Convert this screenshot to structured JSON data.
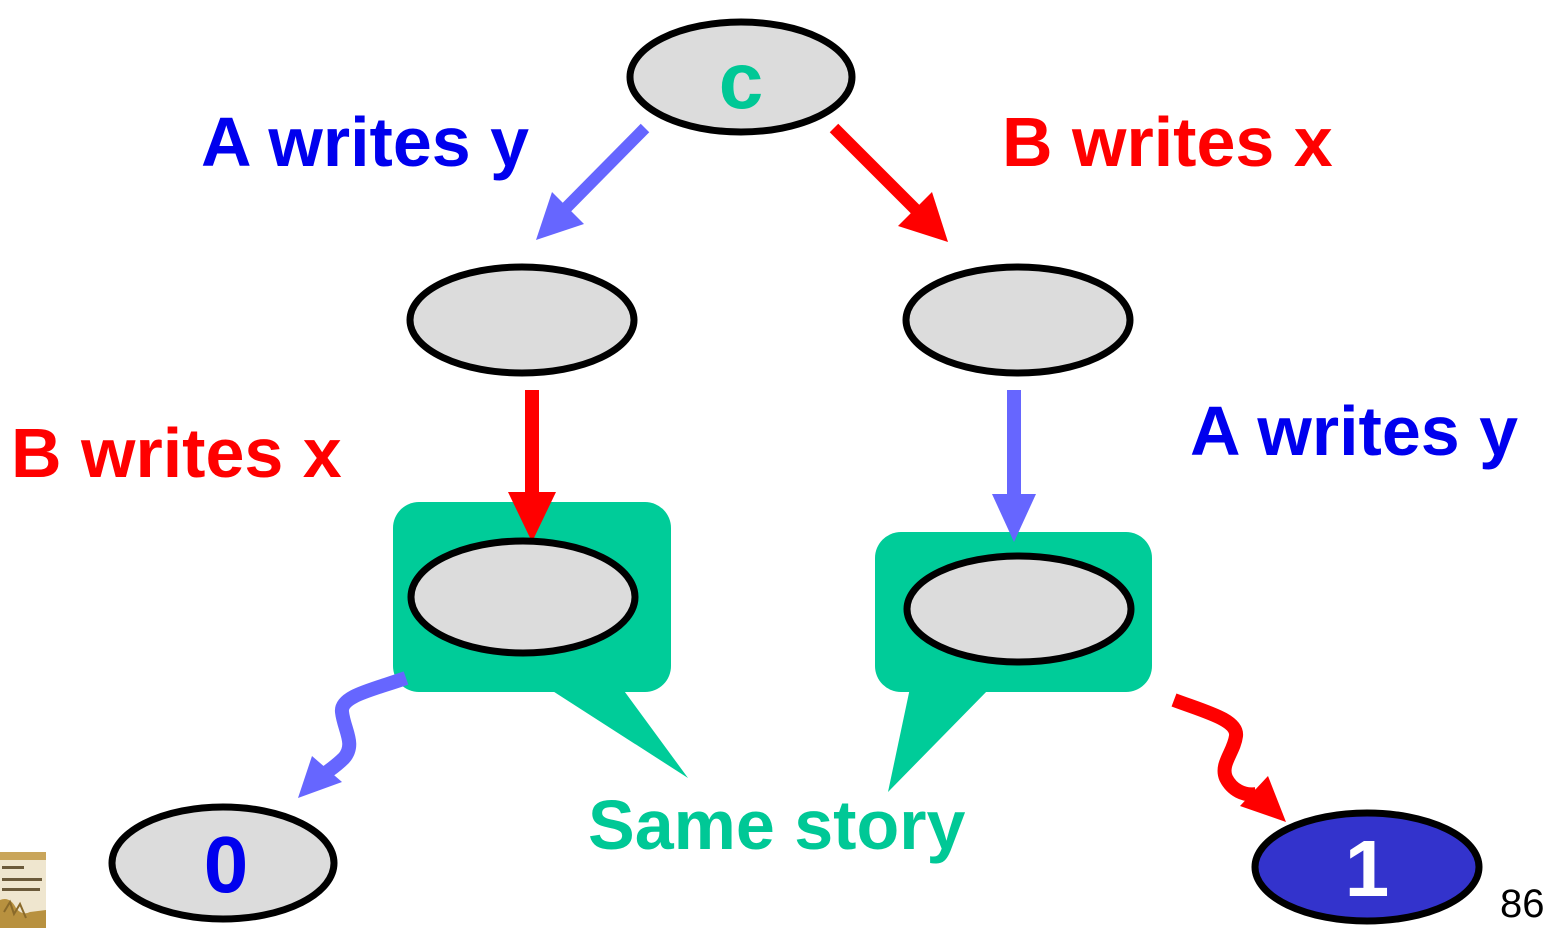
{
  "colors": {
    "node_fill": "#dcdcdc",
    "node_stroke": "#000000",
    "decided_fill": "#3333cc",
    "bubble_fill": "#00cc99",
    "a_color": "#0000ee",
    "a_arrow": "#6666ff",
    "b_color": "#ff0000",
    "same_story_color": "#00c896"
  },
  "nodes": {
    "root": "c",
    "left_leaf": "0",
    "right_leaf": "1"
  },
  "labels": {
    "top_left": "A writes y",
    "top_right": "B writes x",
    "mid_left": "B writes x",
    "mid_right": "A writes y",
    "same_story": "Same story"
  },
  "footer": {
    "page_number": "86",
    "logo_icon": "book-cover-icon"
  }
}
